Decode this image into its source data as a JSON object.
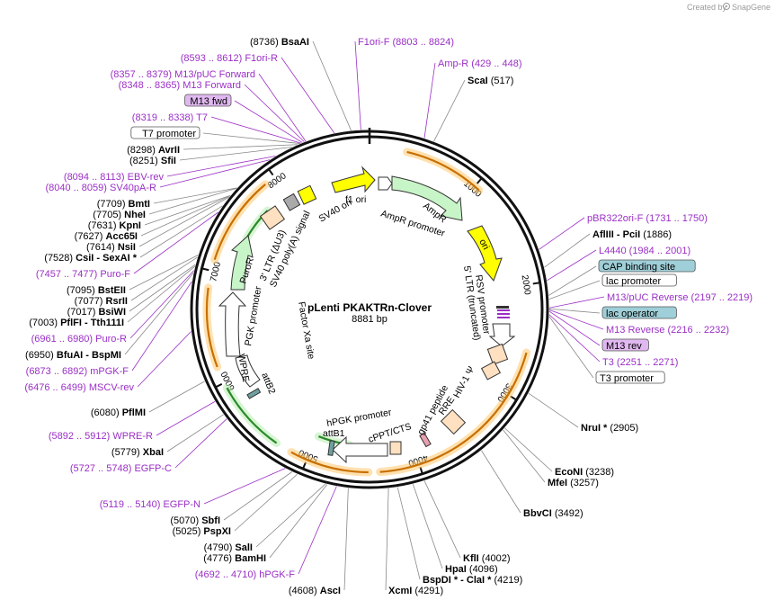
{
  "header": {
    "credit_text": "Created by",
    "credit_brand": "SnapGene"
  },
  "plasmid": {
    "name": "pLenti PKAKTRn-Clover",
    "length_label": "8881 bp",
    "length": 8881
  },
  "colors": {
    "primer": "#9b2fc6",
    "ori": "#ffff00",
    "ampr": "#c8f5c8",
    "promoter": "#ffffff",
    "misc": "#ffe0c0",
    "puror": "#c8f5c8",
    "lac_operator": "#9fcfd8",
    "primer_bind": "#e0b8f0",
    "arrow_orange": "#c87000",
    "arrow_green": "#2a8a2a"
  },
  "ticks": [
    {
      "label": "1000",
      "pos": 1000
    },
    {
      "label": "2000",
      "pos": 2000
    },
    {
      "label": "3000",
      "pos": 3000
    },
    {
      "label": "4000",
      "pos": 4000
    },
    {
      "label": "5000",
      "pos": 5000
    },
    {
      "label": "6000",
      "pos": 6000
    },
    {
      "label": "7000",
      "pos": 7000
    },
    {
      "label": "8000",
      "pos": 8000
    }
  ],
  "labels_left": [
    {
      "name": "BsaAI",
      "range": "(8736)",
      "kind": "enzyme"
    },
    {
      "name": "F1ori-R",
      "range": "(8593 .. 8612)",
      "kind": "primer"
    },
    {
      "name": "M13/pUC Forward",
      "range": "(8357 .. 8379)",
      "kind": "primer"
    },
    {
      "name": "M13 Forward",
      "range": "(8348 .. 8365)",
      "kind": "primer"
    },
    {
      "name": "M13 fwd",
      "range": "",
      "kind": "box_primer"
    },
    {
      "name": "T7",
      "range": "(8319 .. 8338)",
      "kind": "primer"
    },
    {
      "name": "T7 promoter",
      "range": "",
      "kind": "box"
    },
    {
      "name": "AvrII",
      "range": "(8298)",
      "kind": "enzyme"
    },
    {
      "name": "SfiI",
      "range": "(8251)",
      "kind": "enzyme"
    },
    {
      "name": "EBV-rev",
      "range": "(8094 .. 8113)",
      "kind": "primer"
    },
    {
      "name": "SV40pA-R",
      "range": "(8040 .. 8059)",
      "kind": "primer"
    },
    {
      "name": "BmtI",
      "range": "(7709)",
      "kind": "enzyme"
    },
    {
      "name": "NheI",
      "range": "(7705)",
      "kind": "enzyme"
    },
    {
      "name": "KpnI",
      "range": "(7631)",
      "kind": "enzyme"
    },
    {
      "name": "Acc65I",
      "range": "(7627)",
      "kind": "enzyme"
    },
    {
      "name": "NsiI",
      "range": "(7614)",
      "kind": "enzyme"
    },
    {
      "name": "CsiI  - SexAI *",
      "range": "(7528)",
      "kind": "enzyme"
    },
    {
      "name": "Puro-F",
      "range": "(7457 .. 7477)",
      "kind": "primer"
    },
    {
      "name": "BstEII",
      "range": "(7095)",
      "kind": "enzyme"
    },
    {
      "name": "RsrII",
      "range": "(7077)",
      "kind": "enzyme"
    },
    {
      "name": "BsiWI",
      "range": "(7017)",
      "kind": "enzyme"
    },
    {
      "name": "PflFI  - Tth111I",
      "range": "(7003)",
      "kind": "enzyme"
    },
    {
      "name": "Puro-R",
      "range": "(6961 .. 6980)",
      "kind": "primer"
    },
    {
      "name": "BfuAI  - BspMI",
      "range": "(6950)",
      "kind": "enzyme"
    },
    {
      "name": "mPGK-F",
      "range": "(6873 .. 6892)",
      "kind": "primer"
    },
    {
      "name": "MSCV-rev",
      "range": "(6476 .. 6499)",
      "kind": "primer"
    },
    {
      "name": "PflMI",
      "range": "(6080)",
      "kind": "enzyme"
    },
    {
      "name": "WPRE-R",
      "range": "(5892 .. 5912)",
      "kind": "primer"
    },
    {
      "name": "XbaI",
      "range": "(5779)",
      "kind": "enzyme"
    },
    {
      "name": "EGFP-C",
      "range": "(5727 .. 5748)",
      "kind": "primer"
    },
    {
      "name": "EGFP-N",
      "range": "(5119 .. 5140)",
      "kind": "primer"
    },
    {
      "name": "SbfI",
      "range": "(5070)",
      "kind": "enzyme"
    },
    {
      "name": "PspXI",
      "range": "(5025)",
      "kind": "enzyme"
    },
    {
      "name": "SalI",
      "range": "(4790)",
      "kind": "enzyme"
    },
    {
      "name": "BamHI",
      "range": "(4776)",
      "kind": "enzyme"
    },
    {
      "name": "hPGK-F",
      "range": "(4692 .. 4710)",
      "kind": "primer"
    },
    {
      "name": "AscI",
      "range": "(4608)",
      "kind": "enzyme"
    }
  ],
  "labels_right": [
    {
      "name": "F1ori-F",
      "range": "(8803 .. 8824)",
      "kind": "primer"
    },
    {
      "name": "Amp-R",
      "range": "(429 .. 448)",
      "kind": "primer"
    },
    {
      "name": "ScaI",
      "range": "(517)",
      "kind": "enzyme"
    },
    {
      "name": "pBR322ori-F",
      "range": "(1731 .. 1750)",
      "kind": "primer"
    },
    {
      "name": "AflIII  - PciI",
      "range": "(1886)",
      "kind": "enzyme"
    },
    {
      "name": "L4440",
      "range": "(1984 .. 2001)",
      "kind": "primer"
    },
    {
      "name": "CAP binding site",
      "range": "",
      "kind": "box_blue"
    },
    {
      "name": "lac promoter",
      "range": "",
      "kind": "box"
    },
    {
      "name": "M13/pUC Reverse",
      "range": "(2197 .. 2219)",
      "kind": "primer"
    },
    {
      "name": "lac operator",
      "range": "",
      "kind": "box_blue"
    },
    {
      "name": "M13 Reverse",
      "range": "(2216 .. 2232)",
      "kind": "primer"
    },
    {
      "name": "M13 rev",
      "range": "",
      "kind": "box_primer"
    },
    {
      "name": "T3",
      "range": "(2251 .. 2271)",
      "kind": "primer"
    },
    {
      "name": "T3 promoter",
      "range": "",
      "kind": "box"
    },
    {
      "name": "NruI *",
      "range": "(2905)",
      "kind": "enzyme"
    },
    {
      "name": "EcoNI",
      "range": "(3238)",
      "kind": "enzyme"
    },
    {
      "name": "MfeI",
      "range": "(3257)",
      "kind": "enzyme"
    },
    {
      "name": "BbvCI",
      "range": "(3492)",
      "kind": "enzyme"
    },
    {
      "name": "KflI",
      "range": "(4002)",
      "kind": "enzyme"
    },
    {
      "name": "HpaI",
      "range": "(4096)",
      "kind": "enzyme"
    },
    {
      "name": "BspDI *  - ClaI *",
      "range": "(4219)",
      "kind": "enzyme"
    },
    {
      "name": "XcmI",
      "range": "(4291)",
      "kind": "enzyme"
    }
  ],
  "features": [
    {
      "name": "f1 ori"
    },
    {
      "name": "AmpR"
    },
    {
      "name": "AmpR promoter"
    },
    {
      "name": "ori"
    },
    {
      "name": "RSV promoter"
    },
    {
      "name": "5' LTR (truncated)"
    },
    {
      "name": "HIV-1 Ψ"
    },
    {
      "name": "RRE"
    },
    {
      "name": "gp41 peptide"
    },
    {
      "name": "cPPT/CTS"
    },
    {
      "name": "hPGK promoter"
    },
    {
      "name": "attB1"
    },
    {
      "name": "attB2"
    },
    {
      "name": "WPRE"
    },
    {
      "name": "Factor Xa site"
    },
    {
      "name": "PGK promoter"
    },
    {
      "name": "PuroR"
    },
    {
      "name": "3' LTR (ΔU3)"
    },
    {
      "name": "SV40 poly(A) signal"
    },
    {
      "name": "SV40 ori"
    }
  ]
}
